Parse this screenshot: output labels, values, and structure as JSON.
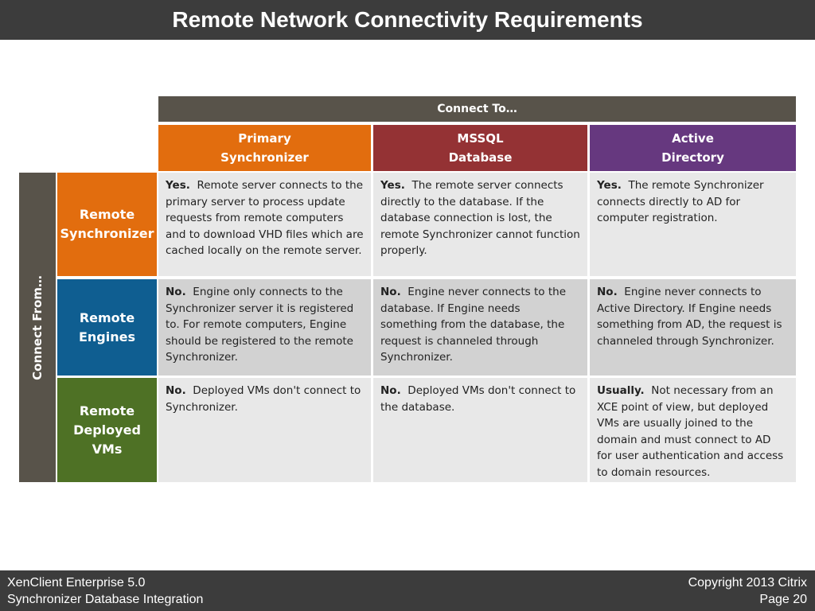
{
  "title": "Remote Network Connectivity Requirements",
  "table": {
    "connect_to": "Connect To…",
    "connect_from": "Connect From…",
    "columns": [
      {
        "line1": "Primary",
        "line2": "Synchronizer",
        "color": "#e26d0e"
      },
      {
        "line1": "MSSQL",
        "line2": "Database",
        "color": "#943234"
      },
      {
        "line1": "Active",
        "line2": "Directory",
        "color": "#66387f"
      }
    ],
    "rows": [
      {
        "header": {
          "line1": "Remote",
          "line2": "Synchronizer",
          "line3": "",
          "color": "#e26d0e"
        },
        "cells": [
          {
            "lead": "Yes.",
            "text": "Remote server connects to the primary server to process update requests from remote computers and to download VHD files which are cached locally on the remote server."
          },
          {
            "lead": "Yes.",
            "text": "The remote server connects directly to the database.  If the database connection is lost, the remote Synchronizer cannot function properly."
          },
          {
            "lead": "Yes.",
            "text": "The remote Synchronizer connects directly to AD for computer registration."
          }
        ]
      },
      {
        "header": {
          "line1": "Remote",
          "line2": "Engines",
          "line3": "",
          "color": "#0f5e91"
        },
        "cells": [
          {
            "lead": "No.",
            "text": "Engine only connects to the Synchronizer server it is registered to.  For remote computers, Engine should be registered to the remote Synchronizer."
          },
          {
            "lead": "No.",
            "text": "Engine never connects to the database.  If Engine needs something from the database, the request is channeled through Synchronizer."
          },
          {
            "lead": "No.",
            "text": "Engine never connects to Active Directory.  If Engine needs something from AD, the request is channeled through Synchronizer."
          }
        ]
      },
      {
        "header": {
          "line1": "Remote",
          "line2": "Deployed",
          "line3": "VMs",
          "color": "#4e7125"
        },
        "cells": [
          {
            "lead": "No.",
            "text": "Deployed VMs don't connect to Synchronizer."
          },
          {
            "lead": "No.",
            "text": "Deployed VMs don't connect to the database."
          },
          {
            "lead": "Usually.",
            "text": "Not necessary from an XCE point of view, but deployed VMs are usually joined to the domain and must connect to AD for user authentication and access to domain resources."
          }
        ]
      }
    ]
  },
  "footer": {
    "product": "XenClient Enterprise 5.0",
    "subtitle": "Synchronizer Database Integration",
    "copyright": "Copyright 2013 Citrix",
    "page": "Page 20"
  }
}
